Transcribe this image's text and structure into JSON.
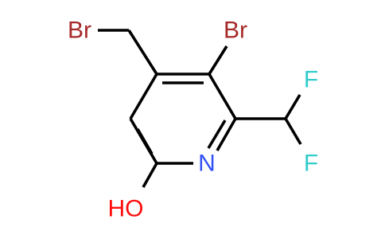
{
  "molecule": {
    "atom_labels": {
      "br_methyl": "Br",
      "br_ring": "Br",
      "f_top": "F",
      "f_bottom": "F",
      "n_ring": "N",
      "hydroxyl": "HO"
    },
    "colors": {
      "bromine": "#A62929",
      "fluorine": "#33CCCC",
      "nitrogen": "#3050F8",
      "oxygen": "#FF0D0D",
      "bond": "#000000",
      "background": "#FFFFFF"
    }
  }
}
